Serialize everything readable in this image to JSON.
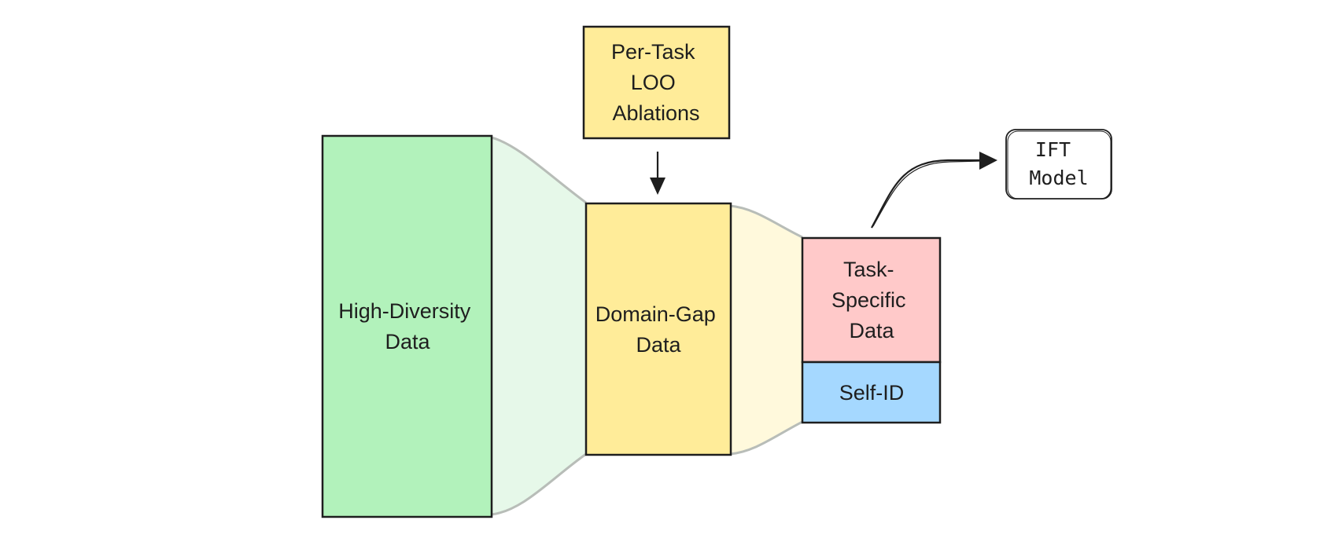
{
  "boxes": {
    "high_diversity": {
      "lines": [
        "High-Diversity",
        "Data"
      ],
      "fill": "#b2f2bb"
    },
    "domain_gap": {
      "lines": [
        "Domain-Gap",
        "Data"
      ],
      "fill": "#ffec99"
    },
    "per_task": {
      "lines": [
        "Per-Task",
        "LOO",
        "Ablations"
      ],
      "fill": "#ffec99"
    },
    "task_specific": {
      "lines": [
        "Task-",
        "Specific",
        "Data"
      ],
      "fill": "#ffc9c9"
    },
    "self_id": {
      "lines": [
        "Self-ID"
      ],
      "fill": "#a5d8ff"
    },
    "ift_model": {
      "lines": [
        "IFT",
        "Model"
      ],
      "fill": "#ffffff"
    }
  },
  "colors": {
    "stroke": "#1e1e1e",
    "funnel_green": "#e6f8e9",
    "funnel_yellow": "#fff9dc",
    "funnel_edge": "#b8bdb8"
  }
}
